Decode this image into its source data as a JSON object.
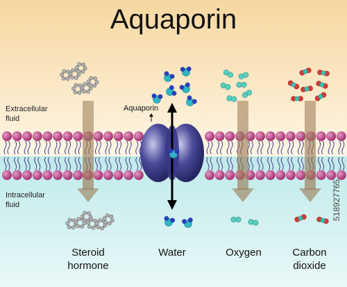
{
  "title": "Aquaporin",
  "regions": {
    "extracellular": [
      "Extracellular",
      "fluid"
    ],
    "intracellular": [
      "Intracellular",
      "fluid"
    ]
  },
  "protein_label": "Aquaporin",
  "molecules": [
    {
      "key": "steroid",
      "label": [
        "Steroid",
        "hormone"
      ],
      "icon": "steroid-molecule-icon"
    },
    {
      "key": "water",
      "label": [
        "Water"
      ],
      "icon": "water-molecule-icon"
    },
    {
      "key": "oxygen",
      "label": [
        "Oxygen"
      ],
      "icon": "oxygen-molecule-icon"
    },
    {
      "key": "co2",
      "label": [
        "Carbon",
        "dioxide"
      ],
      "icon": "carbon-dioxide-molecule-icon"
    }
  ],
  "watermark": "518927765",
  "colors": {
    "extracellular_top": "#f9e2b5",
    "intracellular": "#c9eeee",
    "lipid_head": "#b1357a",
    "aquaporin": "#2b2a7a",
    "water_oxygen": "#2fb5c4",
    "water_hydrogen": "#2a3fb8",
    "o2": "#58cfc0",
    "co2_oxygen": "#d73a36"
  }
}
